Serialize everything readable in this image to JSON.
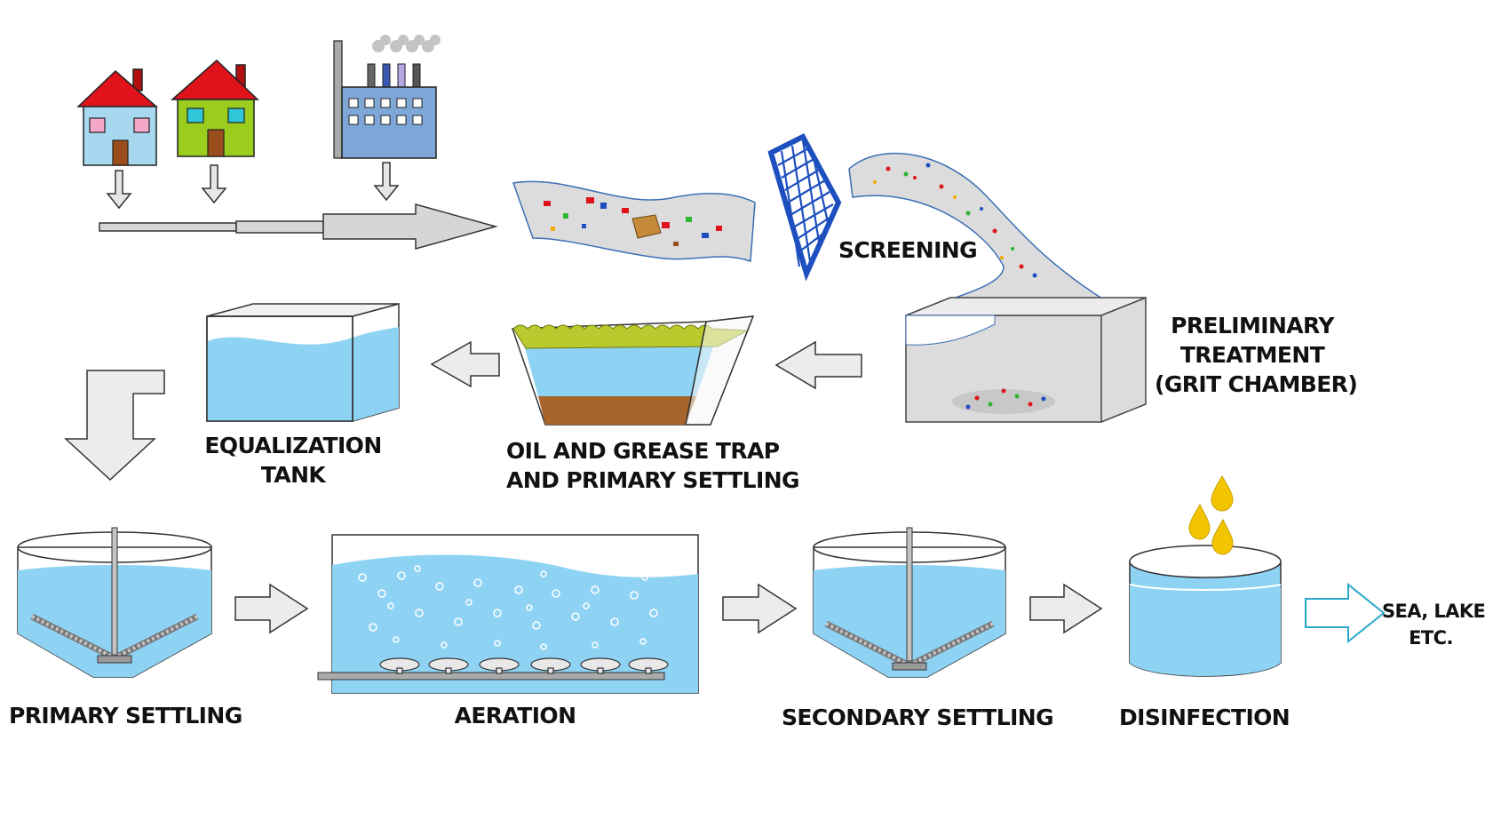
{
  "labels": {
    "screening": "SCREENING",
    "preliminary": [
      "PRELIMINARY",
      "TREATMENT",
      "(GRIT CHAMBER)"
    ],
    "equalization": [
      "EQUALIZATION",
      "TANK"
    ],
    "oil_grease": [
      "OIL AND GREASE TRAP",
      "AND PRIMARY SETTLING"
    ],
    "primary_settling": "PRIMARY SETTLING",
    "aeration": "AERATION",
    "secondary_settling": "SECONDARY SETTLING",
    "disinfection": "DISINFECTION",
    "outlet": [
      "SEA, LAKE,",
      "ETC."
    ]
  },
  "colors": {
    "water": "#8fd3f4",
    "water_light": "#c9ecfb",
    "roof": "#e0131b",
    "house_blue": "#a8d8f0",
    "house_green": "#9acd1e",
    "factory": "#7ea6d6",
    "screen": "#1d4fbf",
    "grease": "#b9c92e",
    "sludge": "#a8652b",
    "tank_grey": "#dcdcdc",
    "chlorine": "#f2c500",
    "outlet_arrow": "#2aa8cc"
  },
  "icons": [
    "house-icon",
    "factory-icon",
    "screen-grid-icon",
    "chlorine-drop-icon",
    "clarifier-icon",
    "diffuser-icon"
  ]
}
